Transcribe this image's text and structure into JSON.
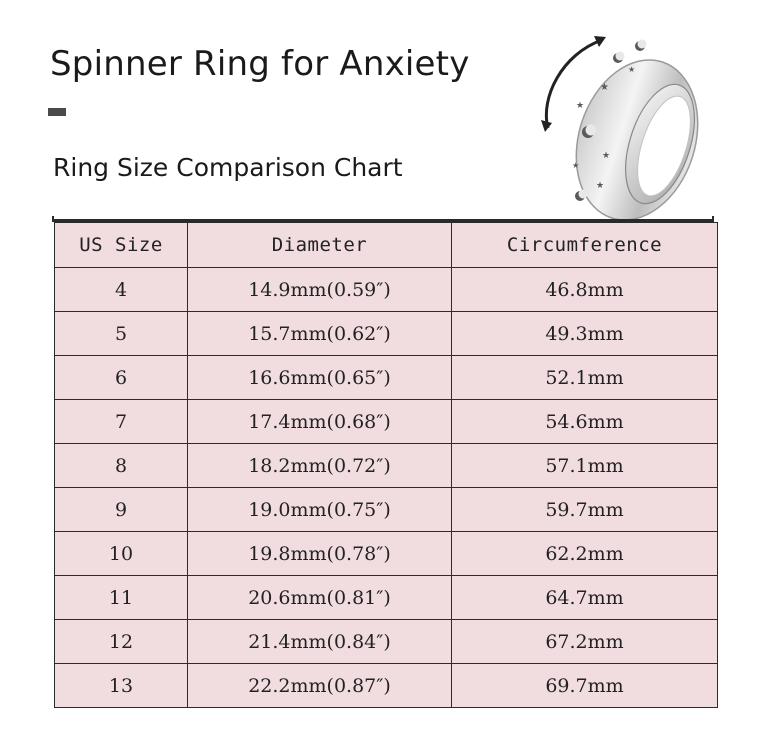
{
  "header": {
    "title": "Spinner Ring for Anxiety",
    "subtitle": "Ring Size Comparison Chart"
  },
  "image": {
    "icon": "spinner-ring-product-icon",
    "accent": "#f1dce0",
    "border": "#2b2b2b"
  },
  "table": {
    "headers": [
      "US Size",
      "Diameter",
      "Circumference"
    ],
    "rows": [
      [
        "4",
        "14.9mm(0.59″)",
        "46.8mm"
      ],
      [
        "5",
        "15.7mm(0.62″)",
        "49.3mm"
      ],
      [
        "6",
        "16.6mm(0.65″)",
        "52.1mm"
      ],
      [
        "7",
        "17.4mm(0.68″)",
        "54.6mm"
      ],
      [
        "8",
        "18.2mm(0.72″)",
        "57.1mm"
      ],
      [
        "9",
        "19.0mm(0.75″)",
        "59.7mm"
      ],
      [
        "10",
        "19.8mm(0.78″)",
        "62.2mm"
      ],
      [
        "11",
        "20.6mm(0.81″)",
        "64.7mm"
      ],
      [
        "12",
        "21.4mm(0.84″)",
        "67.2mm"
      ],
      [
        "13",
        "22.2mm(0.87″)",
        "69.7mm"
      ]
    ]
  }
}
